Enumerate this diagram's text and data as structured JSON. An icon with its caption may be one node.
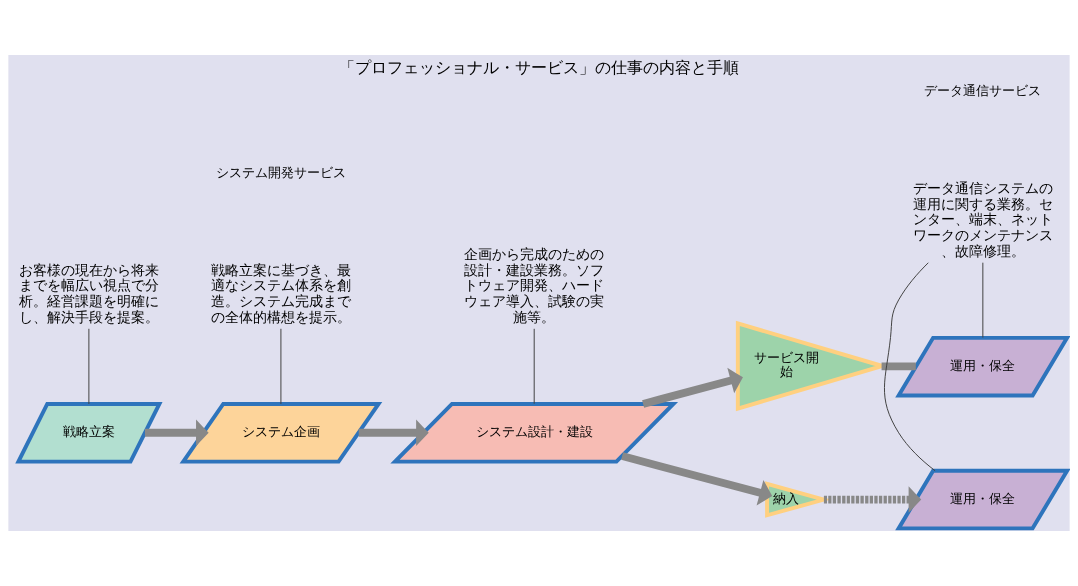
{
  "diagram": {
    "title": "「プロフェッショナル・サービス」の仕事の内容と手順",
    "nodes": [
      {
        "text": [
          "戦略立案"
        ]
      },
      {
        "text": [
          "システム企画"
        ]
      },
      {
        "text": [
          "システム設計・建設"
        ]
      },
      {
        "text": [
          "サービス開始"
        ]
      },
      {
        "text": [
          "運用・保全"
        ]
      },
      {
        "text": [
          "納入"
        ]
      },
      {
        "text": [
          "運用・保全"
        ]
      },
      {
        "text": [
          "お客様の現在から将来までを幅広い視点で分析。経営課題を明確にし、解決手段を提案。"
        ]
      },
      {
        "text": [
          "戦略立案に基づき、最適なシステム体系を創造。システム完成までの全体的構想を提示。"
        ]
      },
      {
        "text": [
          "企画から完成のための設計・建設業務。ソフトウェア開発、ハードウェア導入、試験の実施等。"
        ]
      },
      {
        "text": [
          "データ通信システムの運用に関する業務。センター、端末、ネットワークのメンテナンス、故障修理。"
        ]
      }
    ],
    "edges": [
      {
        "from": 0,
        "to": 1,
        "arrow": "to"
      },
      {
        "from": 1,
        "to": 2,
        "arrow": "to"
      },
      {
        "from": 2,
        "to": 3,
        "arrow": "to"
      },
      {
        "from": 2,
        "to": 5,
        "arrow": "to"
      },
      {
        "from": 3,
        "to": 4,
        "arrow": "none"
      },
      {
        "from": 5,
        "to": 6,
        "arrow": "to",
        "style": "dashed"
      },
      {
        "from": 7,
        "to": 0,
        "arrow": "none",
        "color": "#404040"
      },
      {
        "from": 8,
        "to": 1,
        "arrow": "none",
        "color": "#404040"
      },
      {
        "from": 9,
        "to": 2,
        "arrow": "none",
        "color": "#404040"
      },
      {
        "from": 10,
        "to": 4,
        "arrow": "none",
        "color": "#404040"
      },
      {
        "from": 10,
        "to": 6,
        "arrow": "none",
        "color": "#404040"
      }
    ],
    "labels": [
      "データ通信サービス",
      "システム開発サービス"
    ]
  }
}
